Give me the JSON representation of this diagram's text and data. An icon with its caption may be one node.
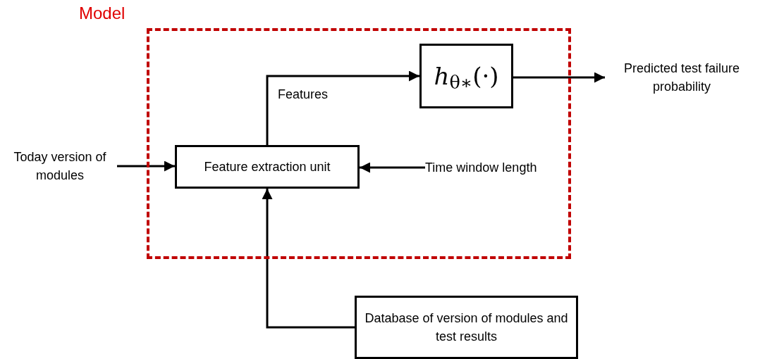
{
  "diagram": {
    "nodes": [
      {
        "text": [
          "Model"
        ]
      },
      {
        "text": [
          "Feature extraction unit"
        ],
        "in": 0
      },
      {
        "text": [
          "*h*$_{θ∗}$(·)"
        ],
        "in": 0
      },
      {
        "text": [
          "Today version of modules"
        ]
      },
      {
        "text": [
          "Time window length"
        ],
        "in": 0
      },
      {
        "text": [
          "Predicted test failure probability"
        ]
      },
      {
        "text": [
          "Database of version of modules and test results"
        ]
      }
    ],
    "edges": [
      {
        "from": 3,
        "to": 1,
        "arrow": "to"
      },
      {
        "from": 4,
        "to": 1,
        "arrow": "to"
      },
      {
        "from": 6,
        "to": 1,
        "arrow": "to"
      },
      {
        "from": 1,
        "to": 2,
        "arrow": "to",
        "label": "Features"
      },
      {
        "from": 2,
        "to": 5,
        "arrow": "to"
      }
    ]
  }
}
